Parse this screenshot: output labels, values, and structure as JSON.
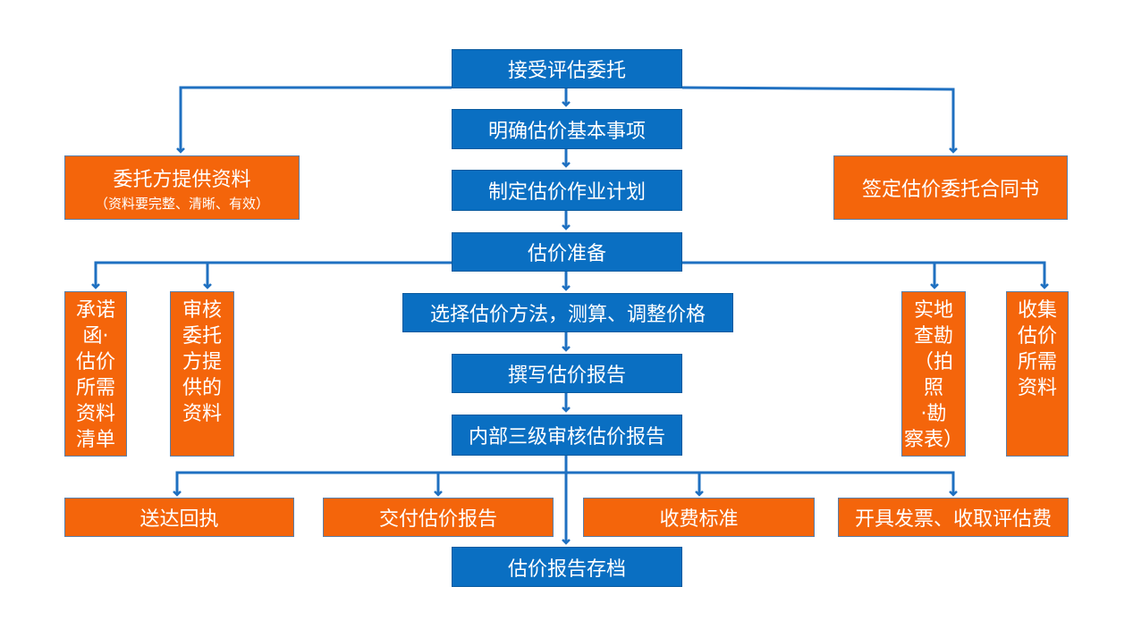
{
  "main": {
    "accept": "接受评估委托",
    "clarify": "明确估价基本事项",
    "plan": "制定估价作业计划",
    "prepare": "估价准备",
    "method": "选择估价方法，测算、调整价格",
    "write": "撰写估价报告",
    "review": "内部三级审核估价报告",
    "archive": "估价报告存档"
  },
  "branches": {
    "client_materials": "委托方提供资料",
    "client_materials_note": "（资料要完整、清晰、有效）",
    "sign_contract": "签定估价委托合同书"
  },
  "prepare_items": {
    "promise_lines": [
      "承诺",
      "函·",
      "估价",
      "所需",
      "资料",
      "清单"
    ],
    "audit_lines": [
      "审核",
      "委托",
      "方提",
      "供的",
      "资料"
    ],
    "survey_lines": [
      "实地",
      "查勘",
      "（拍",
      "照",
      "·勘",
      "察表）"
    ],
    "collect_lines": [
      "收集",
      "估价",
      "所需",
      "资料"
    ]
  },
  "delivery": {
    "receipt": "送达回执",
    "deliver_report": "交付估价报告",
    "fee_standard": "收费标准",
    "invoice": "开具发票、收取评估费"
  },
  "colors": {
    "blue": "#0a6fc2",
    "orange": "#f4650b",
    "line": "#1f70c1"
  }
}
